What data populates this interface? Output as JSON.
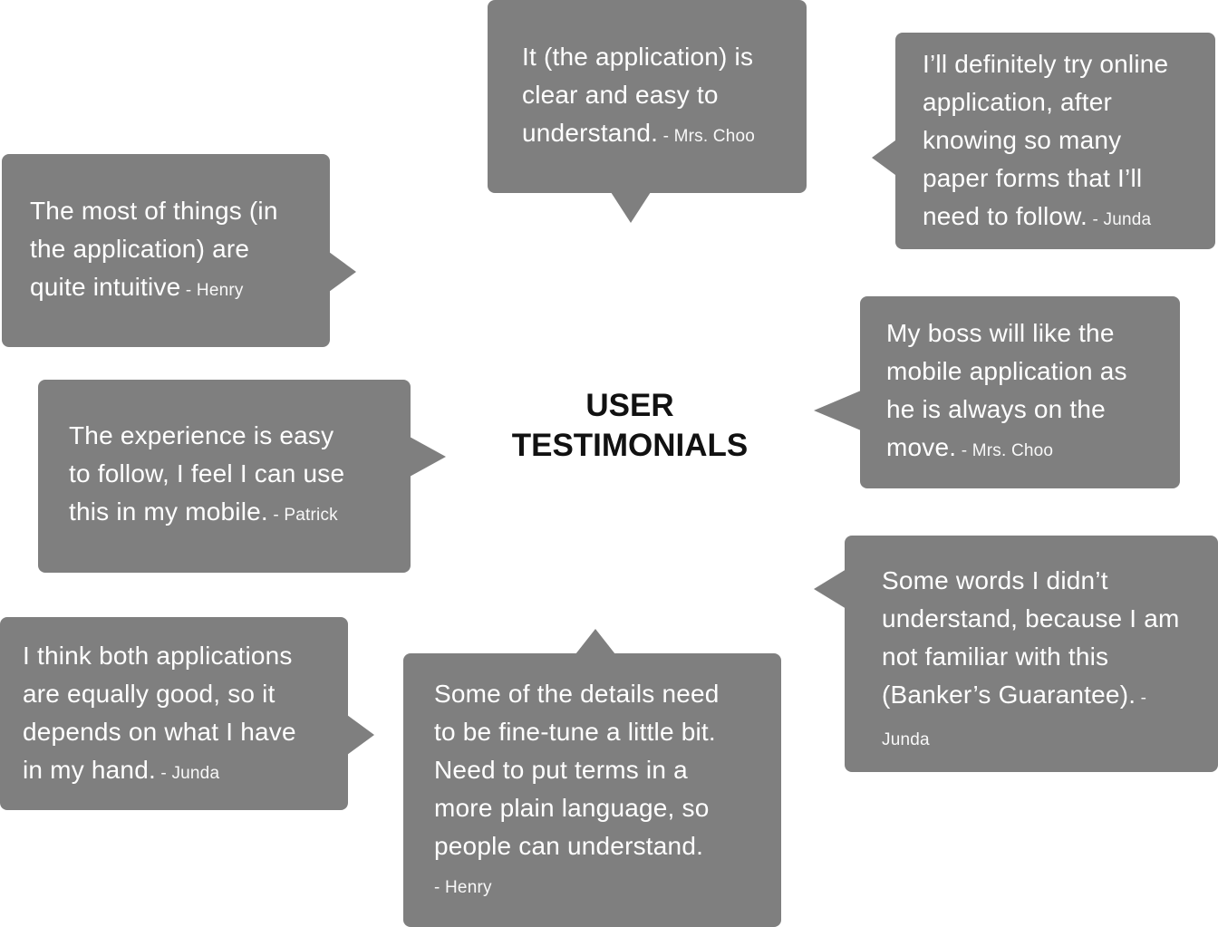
{
  "title": {
    "line1": "USER",
    "line2": "TESTIMONIALS"
  },
  "testimonials": [
    {
      "lines": [
        "It (the application) is",
        "clear and easy to",
        "understand."
      ],
      "author": " - Mrs. Choo"
    },
    {
      "lines": [
        "I’ll definitely try online",
        "application, after",
        "knowing so many",
        "paper forms that I’ll",
        "need to follow."
      ],
      "author": " - Junda"
    },
    {
      "lines": [
        "The most of things (in",
        "the application) are",
        "quite intuitive"
      ],
      "author": " - Henry"
    },
    {
      "lines": [
        "My boss will like the",
        "mobile application as",
        "he is always on the",
        "move."
      ],
      "author": " - Mrs. Choo"
    },
    {
      "lines": [
        "The experience is easy",
        "to follow, I feel I can use",
        "this in my mobile."
      ],
      "author": " - Patrick"
    },
    {
      "lines": [
        "Some words I didn’t",
        "understand, because I am",
        "not familiar with this",
        "(Banker’s Guarantee)."
      ],
      "author": "  -",
      "author_line2": "Junda"
    },
    {
      "lines": [
        "I think both applications",
        "are equally good, so it",
        "depends on what I have",
        "in my hand."
      ],
      "author": " - Junda"
    },
    {
      "lines": [
        "Some of the details need",
        "to be fine-tune a little bit.",
        "Need to put terms in a",
        "more plain language, so",
        "people can understand."
      ],
      "author": "- Henry"
    }
  ],
  "colors": {
    "bubble": "#7f7f7f",
    "text": "#ffffff",
    "title": "#111111"
  }
}
